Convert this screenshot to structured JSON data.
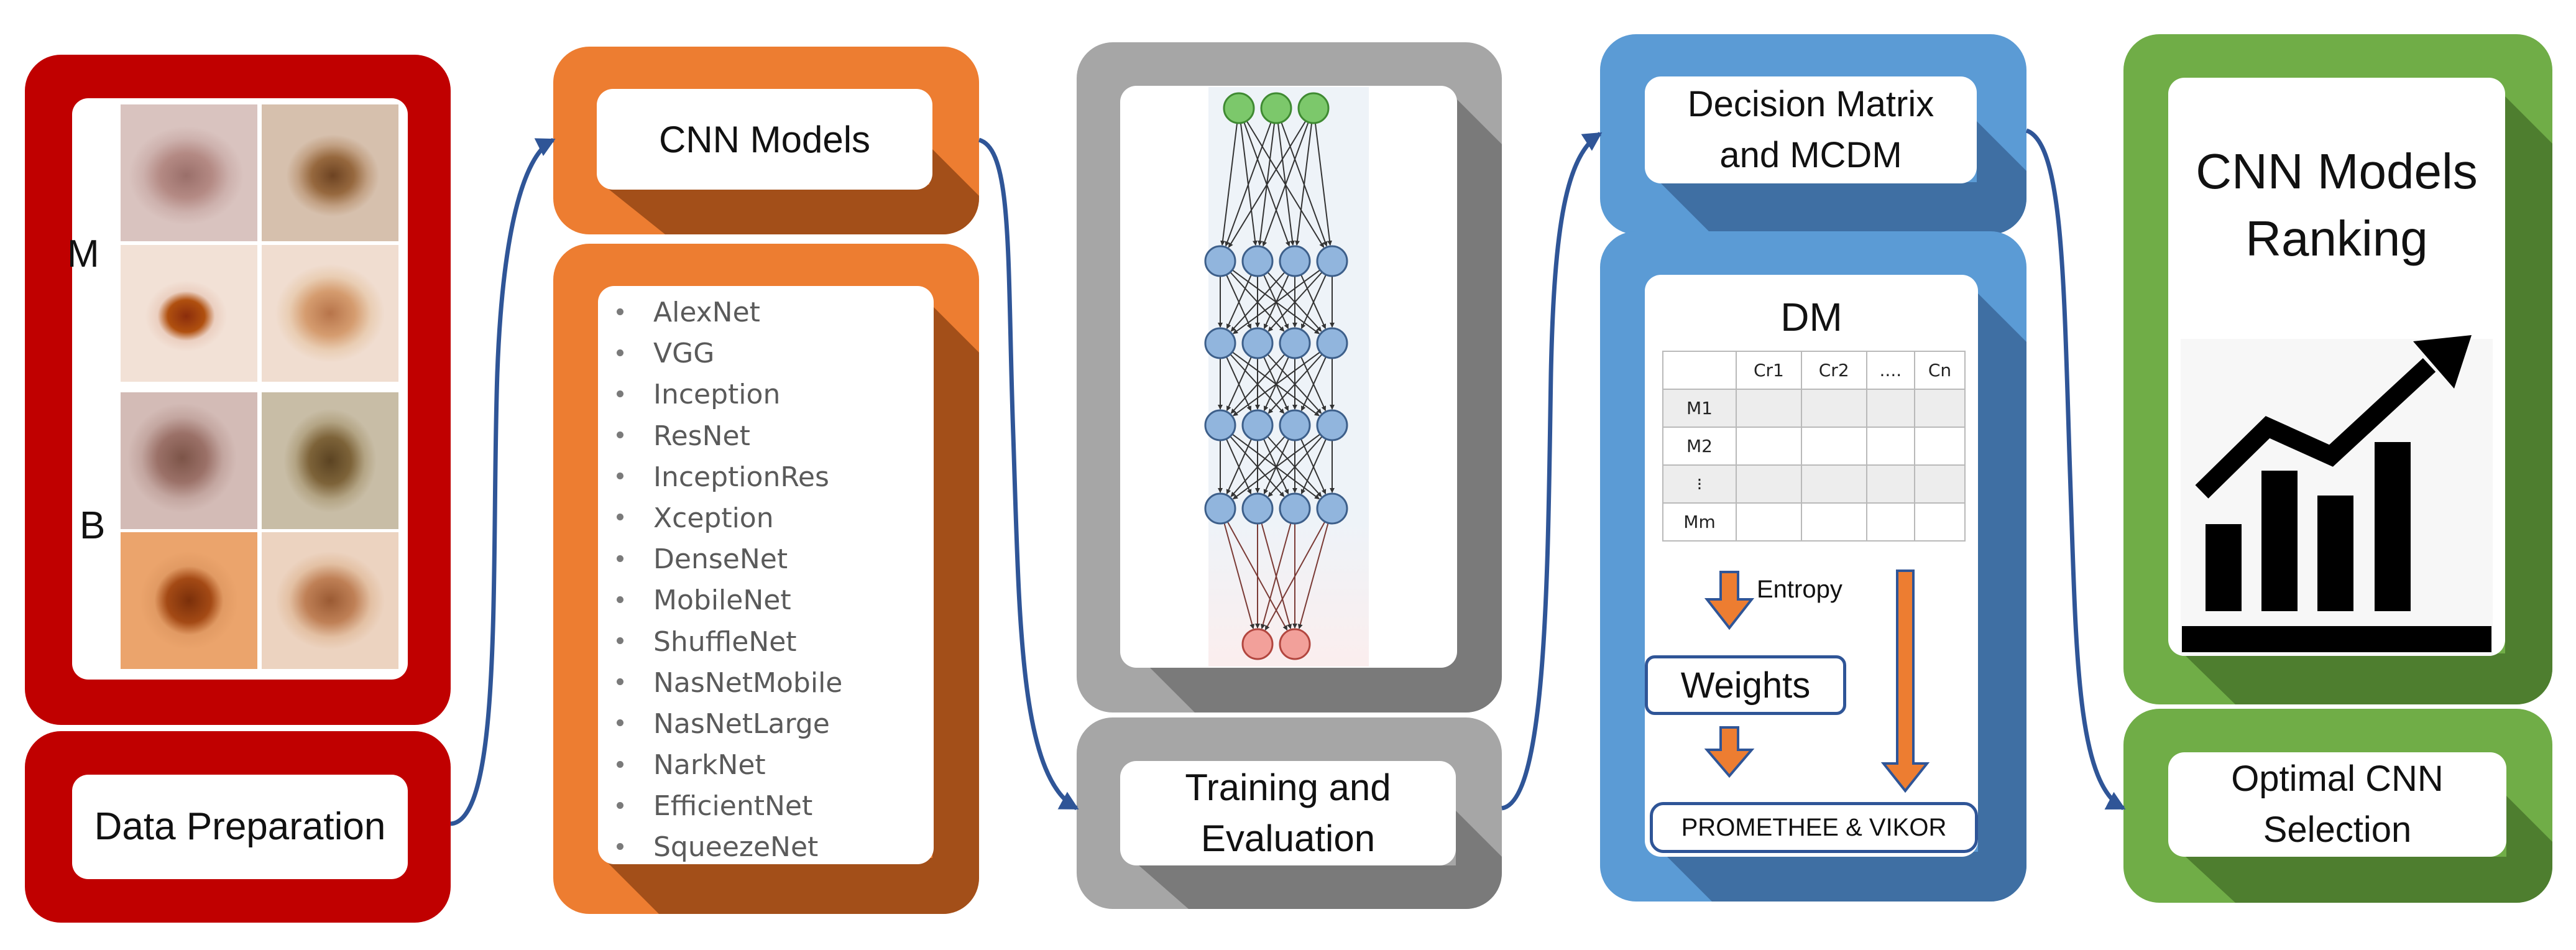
{
  "colors": {
    "red": "#c00000",
    "orange": "#ed7d31",
    "gray": "#a6a6a6",
    "blue": "#5b9bd5",
    "green": "#70ad47",
    "arrow": "#2f5597",
    "inner_arrow": "#ed7d31"
  },
  "data_prep": {
    "label_m": "M",
    "label_b": "B",
    "title": "Data Preparation"
  },
  "cnn_models": {
    "title": "CNN Models",
    "items": [
      "AlexNet",
      "VGG",
      "Inception",
      "ResNet",
      "InceptionRes",
      "Xception",
      "DenseNet",
      "MobileNet",
      "ShuffleNet",
      "NasNetMobile",
      "NasNetLarge",
      "NarkNet",
      "EfficientNet",
      "SqueezeNet"
    ]
  },
  "training": {
    "title": "Training and Evaluation"
  },
  "decision": {
    "title": "Decision Matrix and MCDM",
    "dm_title": "DM",
    "columns": [
      "",
      "Cr1",
      "Cr2",
      "....",
      "Cn"
    ],
    "rows": [
      "M1",
      "M2",
      "⁝",
      "Mm"
    ],
    "entropy": "Entropy",
    "weights": "Weights",
    "methods": "PROMETHEE & VIKOR"
  },
  "ranking": {
    "title": "CNN Models Ranking",
    "chart_icon": "bar-chart-trend-icon"
  },
  "selection": {
    "title": "Optimal CNN Selection"
  }
}
